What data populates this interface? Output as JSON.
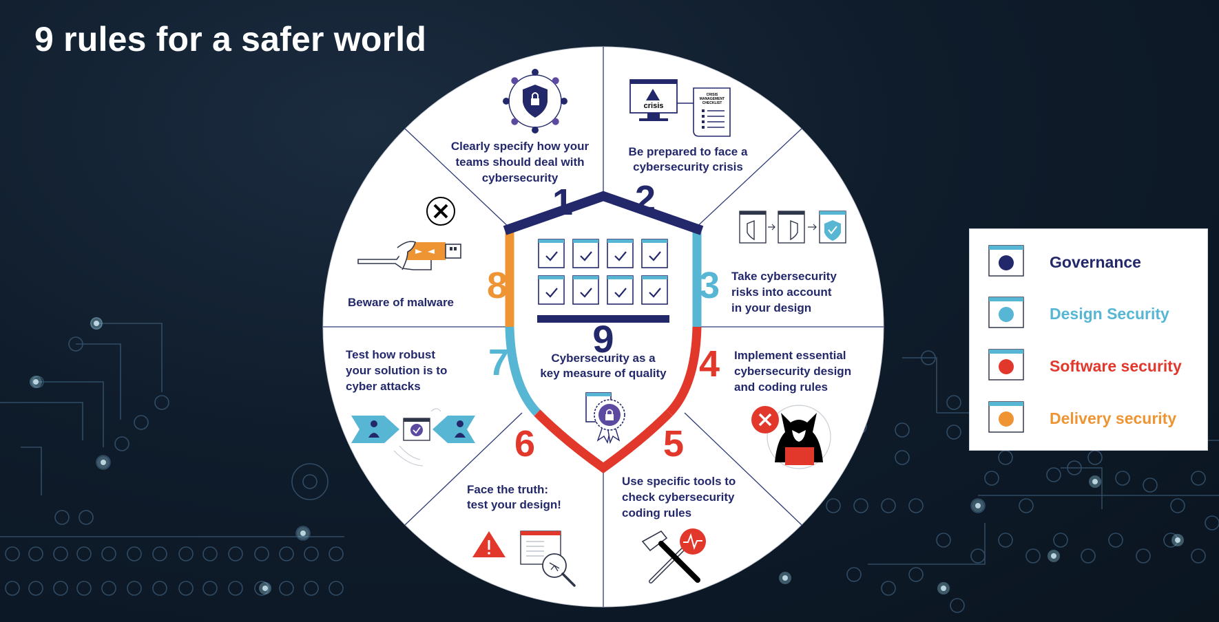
{
  "title": "9 rules for a safer world",
  "colors": {
    "governance": "#23286b",
    "design": "#56b6d3",
    "software": "#e2382c",
    "delivery": "#ef9433",
    "divider": "#2d3a78",
    "wheel": "#ffffff"
  },
  "center": {
    "number": "9",
    "label_line1": "Cybersecurity as a",
    "label_line2": "key measure of quality"
  },
  "rules": [
    {
      "number": "1",
      "lines": [
        "Clearly specify how your",
        "teams should deal with",
        "cybersecurity"
      ],
      "category": "governance",
      "icon": "team-shield-icon"
    },
    {
      "number": "2",
      "lines": [
        "Be prepared to face a",
        "cybersecurity crisis"
      ],
      "category": "governance",
      "icon": "crisis-checklist-icon",
      "icon_texts": {
        "screen": "crisis",
        "checklist_line1": "CRISIS",
        "checklist_line2": "MANAGEMENT",
        "checklist_line3": "CHECKLIST"
      }
    },
    {
      "number": "3",
      "lines": [
        "Take cybersecurity",
        "risks into account",
        "in your design"
      ],
      "category": "design",
      "icon": "design-shield-steps-icon"
    },
    {
      "number": "4",
      "lines": [
        "Implement essential",
        "cybersecurity design",
        "and coding rules"
      ],
      "category": "software",
      "icon": "hacker-icon"
    },
    {
      "number": "5",
      "lines": [
        "Use specific tools to",
        "check cybersecurity",
        "coding rules"
      ],
      "category": "software",
      "icon": "tools-icon"
    },
    {
      "number": "6",
      "lines": [
        "Face the truth:",
        "test your design!"
      ],
      "category": "software",
      "icon": "bug-magnifier-icon"
    },
    {
      "number": "7",
      "lines": [
        "Test how robust",
        "your solution is to",
        "cyber attacks"
      ],
      "category": "design",
      "icon": "attack-arrows-icon"
    },
    {
      "number": "8",
      "lines": [
        "Beware of malware"
      ],
      "category": "delivery",
      "icon": "malware-usb-icon"
    }
  ],
  "legend": [
    {
      "label": "Governance",
      "color": "#23286b"
    },
    {
      "label": "Design Security",
      "color": "#56b6d3"
    },
    {
      "label": "Software security",
      "color": "#e2382c"
    },
    {
      "label": "Delivery security",
      "color": "#ef9433"
    }
  ]
}
